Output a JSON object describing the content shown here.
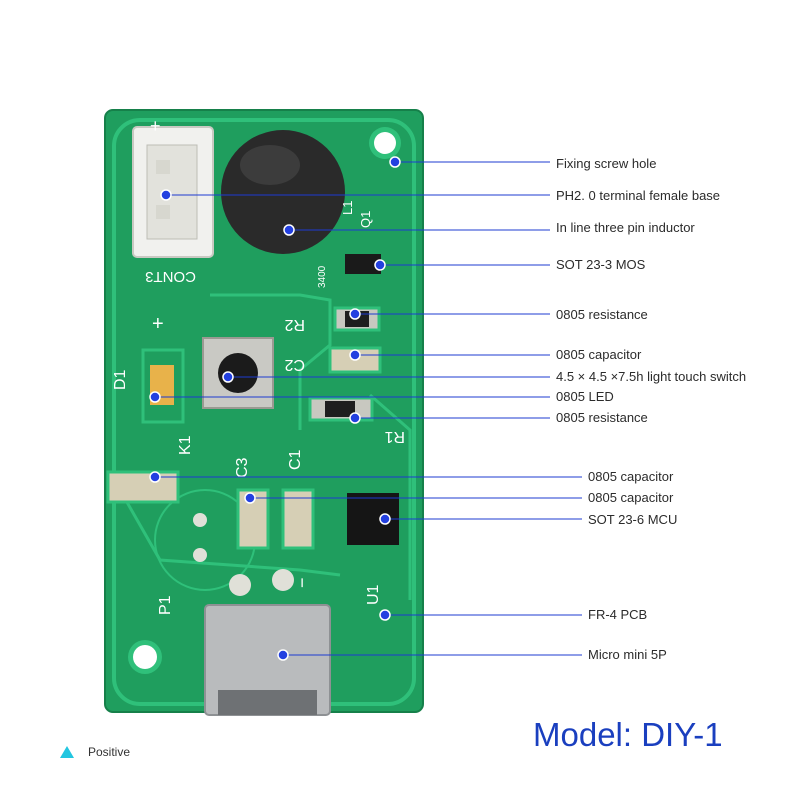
{
  "annotations": [
    {
      "id": "screw",
      "label": "Fixing screw hole"
    },
    {
      "id": "ph2",
      "label": "PH2. 0 terminal female base"
    },
    {
      "id": "inductor",
      "label": "In line three pin inductor"
    },
    {
      "id": "mos",
      "label": "SOT 23-3 MOS"
    },
    {
      "id": "res1",
      "label": "0805 resistance"
    },
    {
      "id": "cap1",
      "label": "0805 capacitor"
    },
    {
      "id": "switch",
      "label": "4.5 × 4.5 ×7.5h light touch switch"
    },
    {
      "id": "led",
      "label": "0805 LED"
    },
    {
      "id": "res2",
      "label": "0805 resistance"
    },
    {
      "id": "cap2",
      "label": "0805 capacitor"
    },
    {
      "id": "cap3",
      "label": "0805 capacitor"
    },
    {
      "id": "mcu",
      "label": "SOT 23-6 MCU"
    },
    {
      "id": "pcb",
      "label": "FR-4 PCB"
    },
    {
      "id": "usb",
      "label": "Micro mini 5P"
    }
  ],
  "silkscreen": {
    "cont3": "CONT3",
    "l1": "L1",
    "q1": "Q1",
    "code_3400": "3400",
    "r2": "R2",
    "c2": "C2",
    "r1": "R1",
    "d1": "D1",
    "k1": "K1",
    "c3": "C3",
    "c1": "C1",
    "p1": "P1",
    "u1": "U1",
    "plus_top": "+",
    "plus_left": "+",
    "minus": "−"
  },
  "model": {
    "label": "Model: DIY-1"
  },
  "legend": {
    "label": "Positive"
  },
  "colors": {
    "board": "#1f9e5e",
    "board_dark": "#178a4f",
    "trace": "#2fc07a",
    "pointer_line": "#1d3bd1",
    "pointer_dot": "#2340e0",
    "model_text": "#1a3fbf",
    "legend_marker": "#22c6e0"
  }
}
